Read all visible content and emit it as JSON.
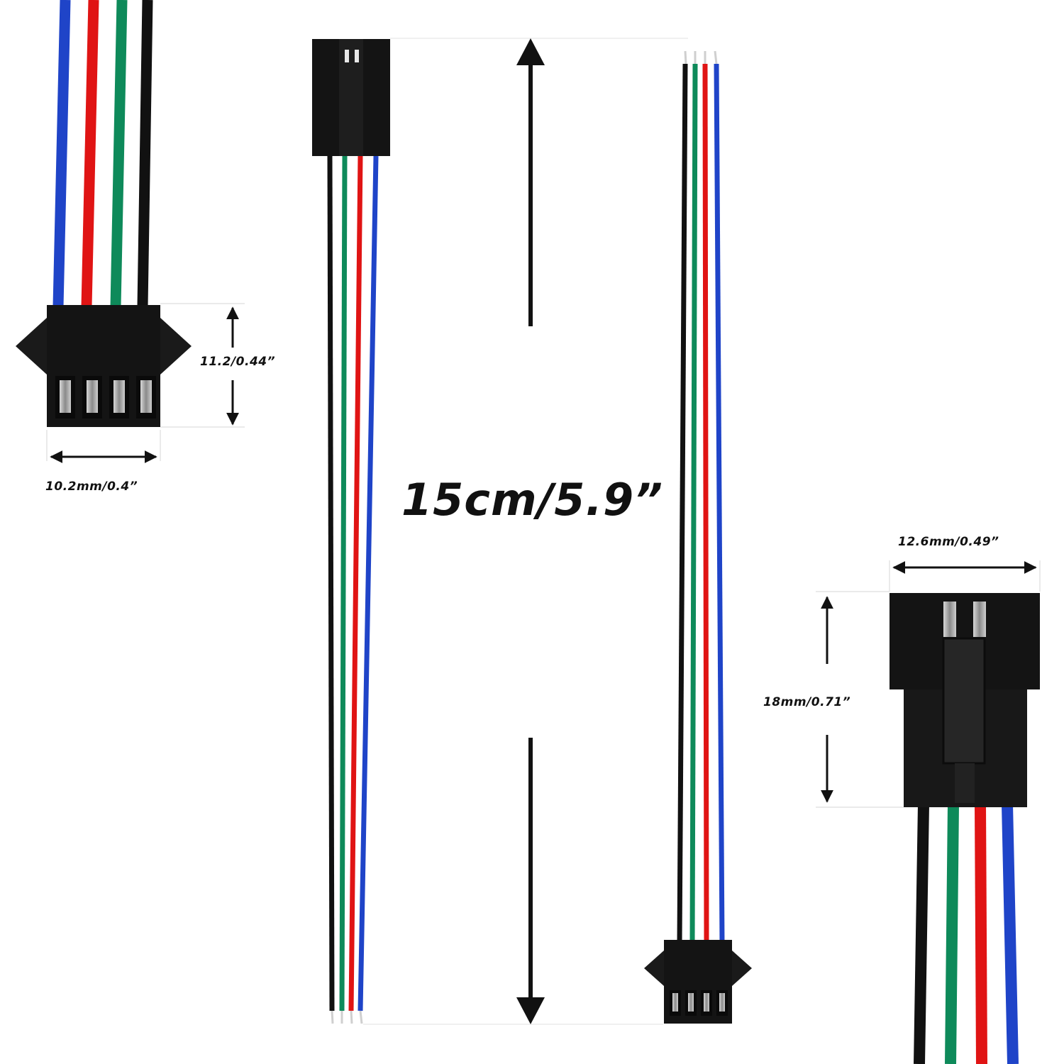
{
  "labels": {
    "female_height": "11.2/0.44”",
    "female_width": "10.2mm/0.4”",
    "cable_length": "15cm/5.9”",
    "male_width": "12.6mm/0.49”",
    "male_height": "18mm/0.71”"
  },
  "colors": {
    "background": "#ffffff",
    "connector": "#141414",
    "wire_black": "#111111",
    "wire_green": "#0e8a5a",
    "wire_red": "#e01414",
    "wire_blue": "#1f44c8",
    "pin_metal": "#b8b8b8",
    "dimension_line": "#111111"
  }
}
